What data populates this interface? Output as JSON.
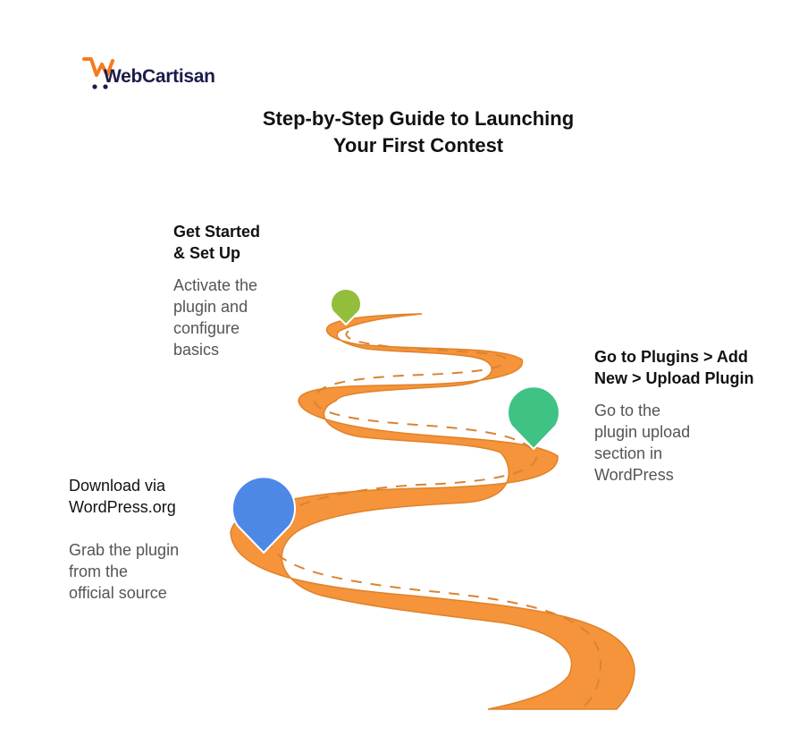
{
  "brand": {
    "logo_text": "WebCartisan",
    "logo_prefix_color": "#F47B20",
    "logo_text_color": "#1B1B4B"
  },
  "title": {
    "lines": [
      "Step-by-Step Guide to Launching",
      "Your First Contest"
    ]
  },
  "colors": {
    "road": "#F5943A",
    "road_edge": "#E0822A",
    "dash": "#D98432",
    "pin_lime": "#93BE3B",
    "pin_green": "#3FC384",
    "pin_blue": "#4E88E6"
  },
  "steps": [
    {
      "id": "get-started",
      "heading_lines": [
        "Get Started",
        "& Set Up"
      ],
      "description_lines": [
        "Activate the",
        "plugin and",
        "configure",
        "basics"
      ],
      "pin_color": "#93BE3B",
      "icon": "map-pin-icon"
    },
    {
      "id": "go-to-plugins",
      "heading_lines": [
        "Go to Plugins > Add",
        "New > Upload Plugin"
      ],
      "description_lines": [
        "Go to the",
        "plugin upload",
        "section in",
        "WordPress"
      ],
      "pin_color": "#3FC384",
      "icon": "map-pin-icon"
    },
    {
      "id": "download",
      "heading_lines": [
        "Download via",
        "WordPress.org"
      ],
      "description_lines": [
        "Grab the plugin",
        "from the",
        "official source"
      ],
      "pin_color": "#4E88E6",
      "icon": "map-pin-icon"
    }
  ]
}
